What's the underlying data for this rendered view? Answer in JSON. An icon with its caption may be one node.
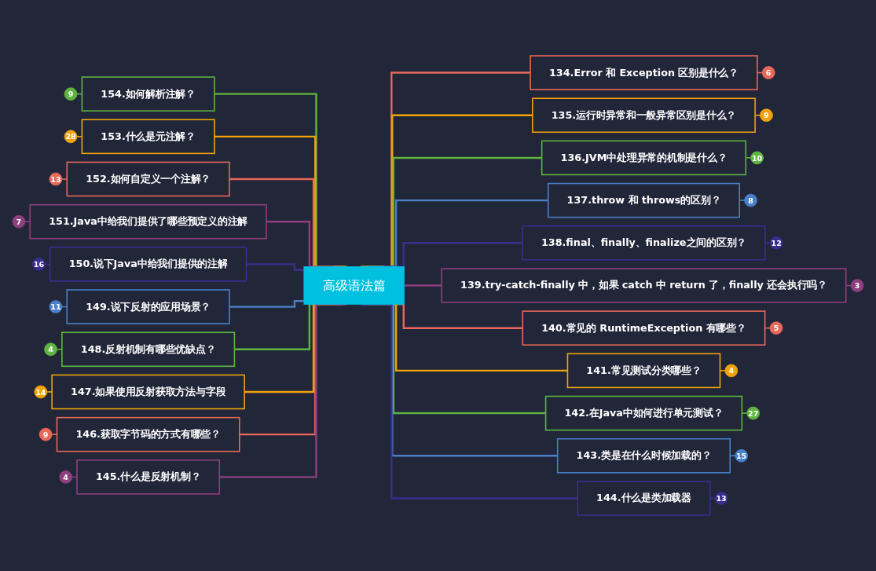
{
  "diagram": {
    "nodes": [
      {
        "text": [
          "高级语法篇"
        ]
      },
      {
        "text": [
          "134.Error 和 Exception 区别是什么？"
        ],
        "beside": [
          "6"
        ]
      },
      {
        "text": [
          "135.运行时异常和一般异常区别是什么？"
        ],
        "beside": [
          "9"
        ]
      },
      {
        "text": [
          "136.JVM中处理异常的机制是什么？"
        ],
        "beside": [
          "10"
        ]
      },
      {
        "text": [
          "137.throw 和 throws的区别？"
        ],
        "beside": [
          "8"
        ]
      },
      {
        "text": [
          "138.final、finally、finalize之间的区别？"
        ],
        "beside": [
          "12"
        ]
      },
      {
        "text": [
          "139.try-catch-finally 中，如果 catch 中 return 了，finally 还会执行吗？"
        ],
        "beside": [
          "3"
        ]
      },
      {
        "text": [
          "140.常见的 RuntimeException 有哪些？"
        ],
        "beside": [
          "5"
        ]
      },
      {
        "text": [
          "141.常见测试分类哪些？"
        ],
        "beside": [
          "4"
        ]
      },
      {
        "text": [
          "142.在Java中如何进行单元测试？"
        ],
        "beside": [
          "27"
        ]
      },
      {
        "text": [
          "143.类是在什么时候加载的？"
        ],
        "beside": [
          "15"
        ]
      },
      {
        "text": [
          "144.什么是类加载器"
        ],
        "beside": [
          "13"
        ]
      },
      {
        "text": [
          "154.如何解析注解？"
        ],
        "beside": [
          "9"
        ]
      },
      {
        "text": [
          "153.什么是元注解？"
        ],
        "beside": [
          "28"
        ]
      },
      {
        "text": [
          "152.如何自定义一个注解？"
        ],
        "beside": [
          "13"
        ]
      },
      {
        "text": [
          "151.Java中给我们提供了哪些预定义的注解"
        ],
        "beside": [
          "7"
        ]
      },
      {
        "text": [
          "150.说下Java中给我们提供的注解"
        ],
        "beside": [
          "16"
        ]
      },
      {
        "text": [
          "149.说下反射的应用场景？"
        ],
        "beside": [
          "11"
        ]
      },
      {
        "text": [
          "148.反射机制有哪些优缺点？"
        ],
        "beside": [
          "4"
        ]
      },
      {
        "text": [
          "147.如果使用反射获取方法与字段"
        ],
        "beside": [
          "14"
        ]
      },
      {
        "text": [
          "146.获取字节码的方式有哪些？"
        ],
        "beside": [
          "9"
        ]
      },
      {
        "text": [
          "145.什么是反射机制？"
        ],
        "beside": [
          "4"
        ]
      }
    ],
    "edges": [
      {
        "from": 0,
        "to": 1,
        "arrow": "none",
        "color": "#e8685a"
      },
      {
        "from": 0,
        "to": 2,
        "arrow": "none",
        "color": "#f0a30a"
      },
      {
        "from": 0,
        "to": 3,
        "arrow": "none",
        "color": "#5fb53f"
      },
      {
        "from": 0,
        "to": 4,
        "arrow": "none",
        "color": "#4a80c8"
      },
      {
        "from": 0,
        "to": 5,
        "arrow": "none",
        "color": "#3a2e8f"
      },
      {
        "from": 0,
        "to": 6,
        "arrow": "none",
        "color": "#8e3f7e"
      },
      {
        "from": 0,
        "to": 7,
        "arrow": "none",
        "color": "#e8685a"
      },
      {
        "from": 0,
        "to": 8,
        "arrow": "none",
        "color": "#f0a30a"
      },
      {
        "from": 0,
        "to": 9,
        "arrow": "none",
        "color": "#5fb53f"
      },
      {
        "from": 0,
        "to": 10,
        "arrow": "none",
        "color": "#4a80c8"
      },
      {
        "from": 0,
        "to": 11,
        "arrow": "none",
        "color": "#3a2e8f"
      },
      {
        "from": 12,
        "to": 0,
        "arrow": "none",
        "color": "#5fb53f"
      },
      {
        "from": 13,
        "to": 0,
        "arrow": "none",
        "color": "#f0a30a"
      },
      {
        "from": 14,
        "to": 0,
        "arrow": "none",
        "color": "#e8685a"
      },
      {
        "from": 15,
        "to": 0,
        "arrow": "none",
        "color": "#8e3f7e"
      },
      {
        "from": 16,
        "to": 0,
        "arrow": "none",
        "color": "#3a2e8f"
      },
      {
        "from": 17,
        "to": 0,
        "arrow": "none",
        "color": "#4a80c8"
      },
      {
        "from": 18,
        "to": 0,
        "arrow": "none",
        "color": "#5fb53f"
      },
      {
        "from": 19,
        "to": 0,
        "arrow": "none",
        "color": "#f0a30a"
      },
      {
        "from": 20,
        "to": 0,
        "arrow": "none",
        "color": "#e8685a"
      },
      {
        "from": 21,
        "to": 0,
        "arrow": "none",
        "color": "#8e3f7e"
      }
    ]
  }
}
